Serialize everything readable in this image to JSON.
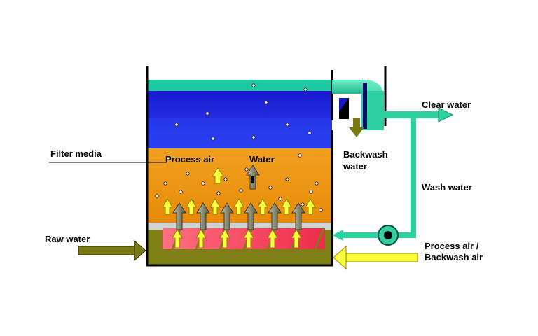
{
  "labels": {
    "clear_water": "Clear water",
    "backwash_water_line1": "Backwash",
    "backwash_water_line2": "water",
    "filter_media": "Filter media",
    "process_air": "Process air",
    "water": "Water",
    "wash_water": "Wash water",
    "raw_water": "Raw water",
    "process_air_backwash_line1": "Process air /",
    "process_air_backwash_line2": "Backwash air"
  },
  "colors": {
    "surface_band": "#1bc5a0",
    "water_blue": "#1818e0",
    "water_blue_light": "#2a3cf0",
    "filter_orange": "#f0900c",
    "support_gray": "#cfcfcf",
    "underdrain_olive": "#7d7d14",
    "nozzle_red": "#ff5a6e",
    "air_arrow_yellow": "#ffff40",
    "pipe_teal": "#2fd0a0",
    "raw_water_arrow": "#7a7a12",
    "gray_arrow": "#8a8a70",
    "backwash_arrow": "#7a7a12"
  }
}
